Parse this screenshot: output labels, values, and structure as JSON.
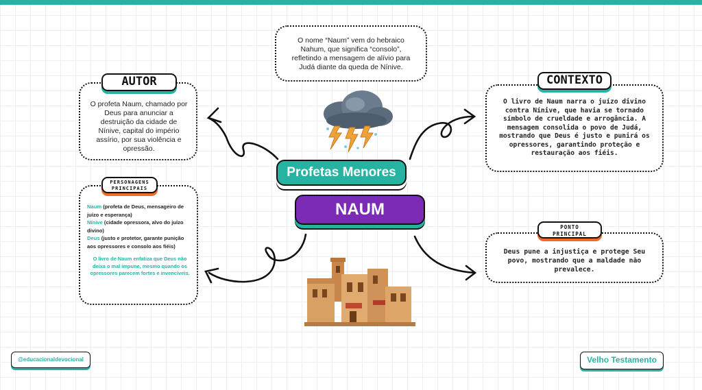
{
  "origin": {
    "text": "O nome “Naum” vem do hebraico Nahum, que significa “consolo”, refletindo a mensagem de alívio para Judá diante da queda de Nínive."
  },
  "autor": {
    "tag": "AUTOR",
    "text": "O profeta Naum, chamado por Deus para anunciar a destruição da cidade de Nínive, capital do império assírio, por sua violência e opressão."
  },
  "contexto": {
    "tag": "CONTEXTO",
    "text": "O livro de Naum narra o juízo divino contra Nínive, que havia se tornado símbolo de crueldade e arrogância. A mensagem consolida o povo de Judá, mostrando que Deus é justo e punirá os opressores, garantindo proteção e restauração aos fiéis."
  },
  "personagens": {
    "tag_line1": "PERSONAGENS",
    "tag_line2": "PRINCIPAIS",
    "items": [
      {
        "name": "Naum",
        "desc": "(profeta de Deus, mensageiro de juízo e esperança)"
      },
      {
        "name": "Nínive",
        "desc": "(cidade opressora, alvo do juízo divino)"
      },
      {
        "name": "Deus",
        "desc": "(justo e protetor, garante punição aos opressores e consolo aos fiéis)"
      }
    ],
    "note": "O livro de Naum enfatiza que Deus não deixa o mal impune, mesmo quando os opressores parecem fortes e invencíveis."
  },
  "ponto": {
    "tag_line1": "PONTO",
    "tag_line2": "PRINCIPAL",
    "text": "Deus pune a injustiça e protege Seu povo, mostrando que a maldade não prevalece."
  },
  "center": {
    "group": "Profetas Menores",
    "book": "NAUM"
  },
  "footer": {
    "handle": "@educacionaldevocional",
    "testament": "Velho Testamento"
  },
  "colors": {
    "teal": "#27b3a2",
    "purple": "#7b2bb5",
    "orange": "#ef6a2e"
  }
}
